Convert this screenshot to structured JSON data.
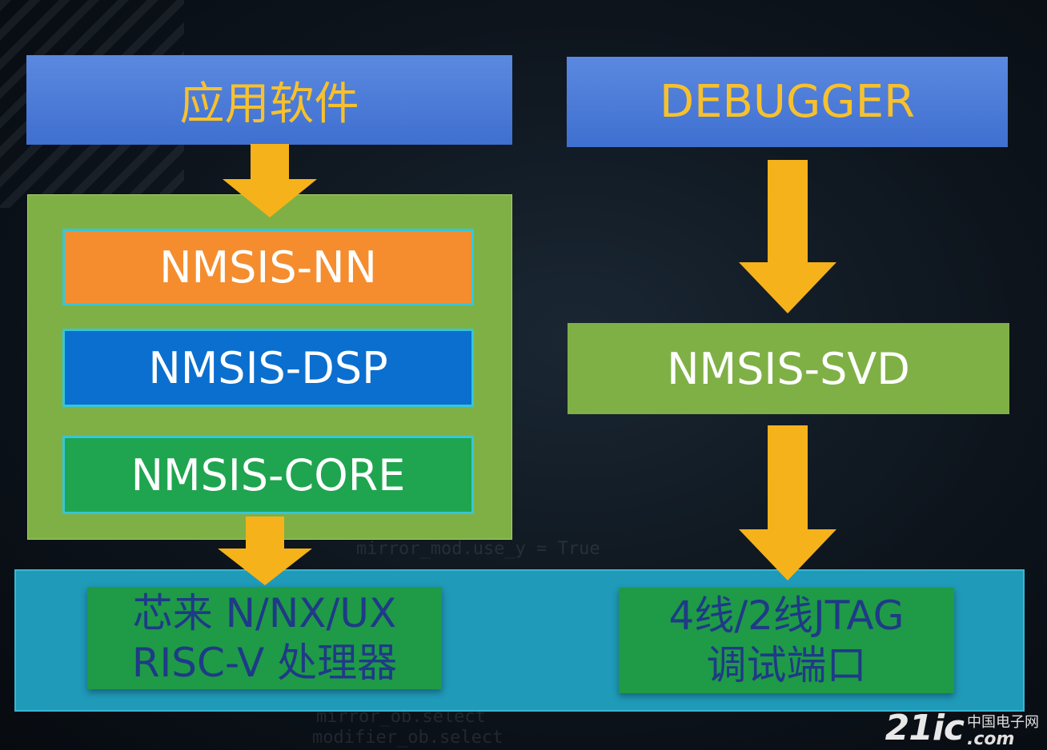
{
  "left": {
    "top_label": "应用软件",
    "layers": [
      {
        "label": "NMSIS-NN",
        "color": "#f58d2e"
      },
      {
        "label": "NMSIS-DSP",
        "color": "#0a6fcf"
      },
      {
        "label": "NMSIS-CORE",
        "color": "#1fa54f"
      }
    ],
    "bottom_lines": [
      "芯来 N/NX/UX",
      "RISC-V 处理器"
    ]
  },
  "right": {
    "top_label": "DEBUGGER",
    "middle_label": "NMSIS-SVD",
    "bottom_lines": [
      "4线/2线JTAG",
      "调试端口"
    ]
  },
  "colors": {
    "arrow": "#f6b21b",
    "header": "#4a7bd8",
    "header_text": "#f7c12d",
    "stack_green": "#7fb045",
    "hardware_band": "#1f9ab9"
  },
  "watermark": {
    "number": "21ic",
    "cn": "中国电子网",
    "domain": ".com"
  },
  "background_code": [
    "mirror_mod.use_y = True",
    "mirror_ob.select",
    "modifier_ob.select"
  ]
}
